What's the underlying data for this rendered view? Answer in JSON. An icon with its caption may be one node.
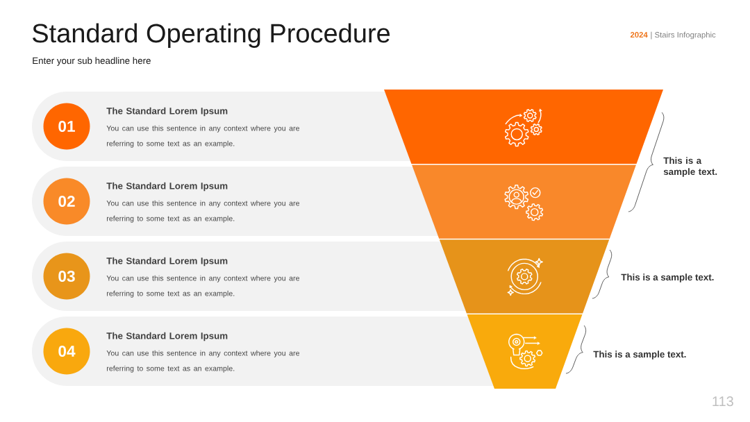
{
  "diagram": {
    "title": "Standard Operating Procedure",
    "nodes": [
      {
        "text": [
          "The Standard Lorem Ipsum",
          "You can use this sentence in any context where you are referring to some text as an example."
        ]
      },
      {
        "text": [
          "01"
        ],
        "in": 0
      },
      {
        "text": [
          "The Standard Lorem Ipsum",
          "You can use this sentence in any context where you are referring to some text as an example."
        ]
      },
      {
        "text": [
          "02"
        ],
        "in": 2
      },
      {
        "text": [
          "The Standard Lorem Ipsum",
          "You can use this sentence in any context where you are referring to some text as an example."
        ]
      },
      {
        "text": [
          "03"
        ],
        "in": 4
      },
      {
        "text": [
          "The Standard Lorem Ipsum",
          "You can use this sentence in any context where you are referring to some text as an example."
        ]
      },
      {
        "text": [
          "04"
        ],
        "in": 6
      },
      {
        "text": [],
        "shape": "trapezoid"
      },
      {
        "text": [],
        "shape": "trapezoid"
      },
      {
        "text": [],
        "shape": "trapezoid"
      },
      {
        "text": [],
        "shape": "trapezoid"
      }
    ],
    "labels": [
      "Enter your sub headline here",
      "2024",
      "| Stairs Infographic",
      "This is a sample text.",
      "This is a sample text.",
      "This is a sample text.",
      "113"
    ]
  }
}
